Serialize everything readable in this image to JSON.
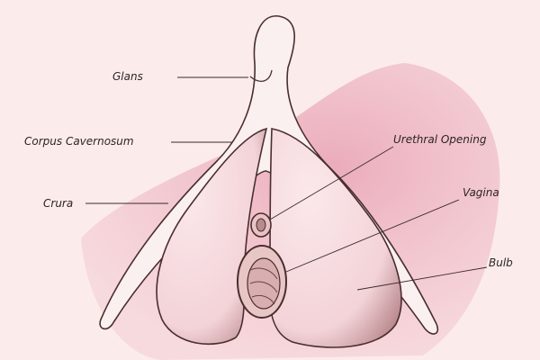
{
  "labels": {
    "glans": "Glans",
    "corpus_cavernosum": "Corpus Cavernosum",
    "crura": "Crura",
    "urethral_opening": "Urethral Opening",
    "vagina": "Vagina",
    "bulb": "Bulb"
  },
  "colors": {
    "background": "#fbeceb",
    "wash": "#eeb2bf",
    "outline": "#4a2e2f"
  }
}
